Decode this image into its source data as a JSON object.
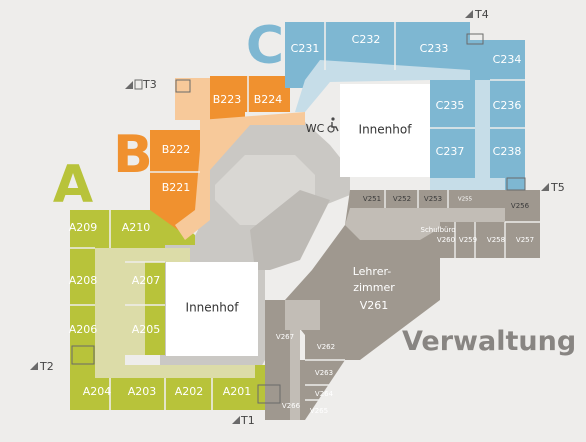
{
  "colors": {
    "background": "#eeedeb",
    "corridor": "#cac8c4",
    "wing_a": "#b8c33a",
    "wing_a_corridor": "#dcdca8",
    "wing_b": "#f0912f",
    "wing_b_corridor": "#f7c99a",
    "wing_c": "#7eb7d2",
    "wing_c_corridor": "#c6dde8",
    "admin": "#9f988f",
    "admin_corridor": "#c2bdb6",
    "courtyard": "#ffffff"
  },
  "wings": {
    "a": "A",
    "b": "B",
    "c": "C"
  },
  "courtyards": {
    "west": "Innenhof",
    "east": "Innenhof"
  },
  "admin_label": "Verwaltung",
  "staff_room": {
    "line1": "Lehrer-",
    "line2": "zimmer",
    "number": "V261"
  },
  "wc": "WC",
  "icons": {
    "wheelchair": "wheelchair-icon",
    "stairs": "stairs-icon",
    "elevator": "elevator-icon"
  },
  "stairs": {
    "t1": "T1",
    "t2": "T2",
    "t3": "T3",
    "t4": "T4",
    "t5": "T5"
  },
  "rooms_a": {
    "a209": "A209",
    "a210": "A210",
    "a208": "A208",
    "a207": "A207",
    "a206": "A206",
    "a205": "A205",
    "a204": "A204",
    "a203": "A203",
    "a202": "A202",
    "a201": "A201"
  },
  "rooms_b": {
    "b223": "B223",
    "b224": "B224",
    "b222": "B222",
    "b221": "B221"
  },
  "rooms_c": {
    "c231": "C231",
    "c232": "C232",
    "c233": "C233",
    "c234": "C234",
    "c235": "C235",
    "c236": "C236",
    "c237": "C237",
    "c238": "C238"
  },
  "rooms_v": {
    "v251": "V251",
    "v252": "V252",
    "v253": "V253",
    "v255": "V255",
    "v256": "V256",
    "schulbuero": "Schulbüro",
    "v260": "V260",
    "v259": "V259",
    "v258": "V258",
    "v257": "V257",
    "v262": "V262",
    "v263": "V263",
    "v264": "V264",
    "v265": "V265",
    "v266": "V266",
    "v267": "V267"
  }
}
